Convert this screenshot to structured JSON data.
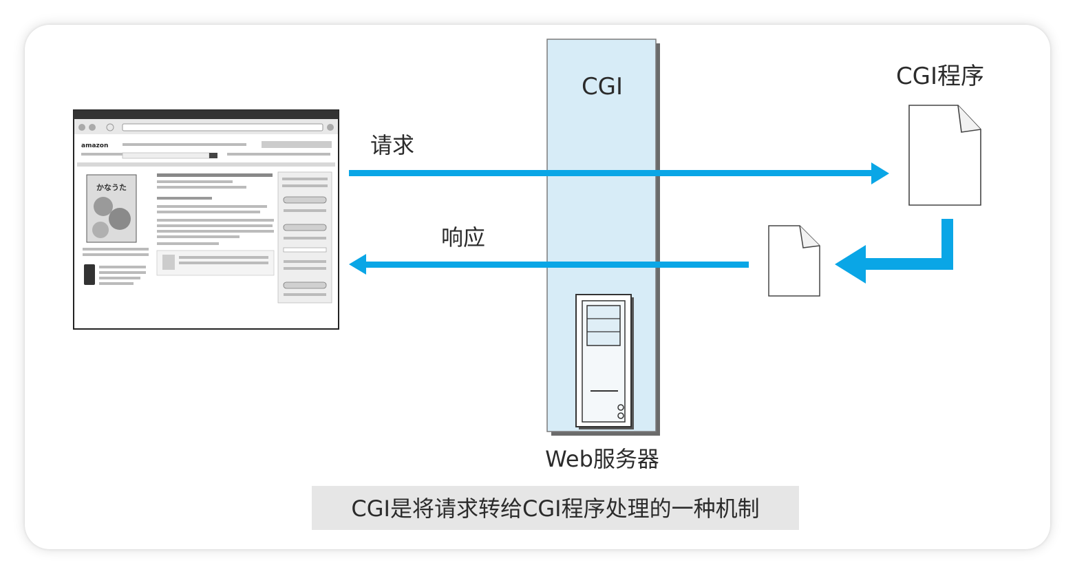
{
  "diagram": {
    "server_label": "CGI",
    "program_label": "CGI程序",
    "request_label": "请求",
    "response_label": "响应",
    "webserver_label": "Web服务器",
    "caption": "CGI是将请求转给CGI程序处理的一种机制"
  },
  "browser": {
    "logo": "amazon",
    "product_kana": "かなうた"
  },
  "colors": {
    "arrow": "#0aa6e6",
    "server_fill": "#d7ecf7",
    "caption_bg": "#e6e6e6",
    "text": "#2b2b2b"
  }
}
